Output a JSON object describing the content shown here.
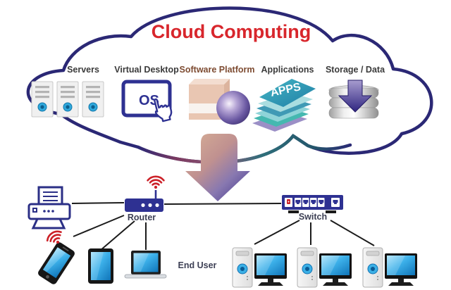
{
  "title": "Cloud Computing",
  "colors": {
    "title_red": "#d8262c",
    "cloud_outline_navy": "#2b2875",
    "device_navy": "#2e3192",
    "wifi_red": "#cc2128",
    "screen_blue": "#2da3e0",
    "software_platform_label_brown": "#7d4b31",
    "connection_line_black": "#1b1b1b"
  },
  "cloud": {
    "services": [
      {
        "label": "Servers",
        "icon": "server-rack-icon"
      },
      {
        "label": "Virtual Desktop",
        "icon": "os-screen-hand-icon"
      },
      {
        "label": "Software Platform",
        "icon": "software-box-sphere-icon"
      },
      {
        "label": "Applications",
        "icon": "stacked-layers-icon"
      },
      {
        "label": "Storage / Data",
        "icon": "database-download-icon"
      }
    ],
    "os_text": "OS",
    "apps_text": "APPS"
  },
  "network": {
    "router_label": "Router",
    "switch_label": "Switch",
    "end_user_label": "End User",
    "devices": [
      "printer",
      "smartphone",
      "tablet",
      "laptop",
      "desktop-computer",
      "desktop-computer",
      "desktop-computer"
    ]
  }
}
